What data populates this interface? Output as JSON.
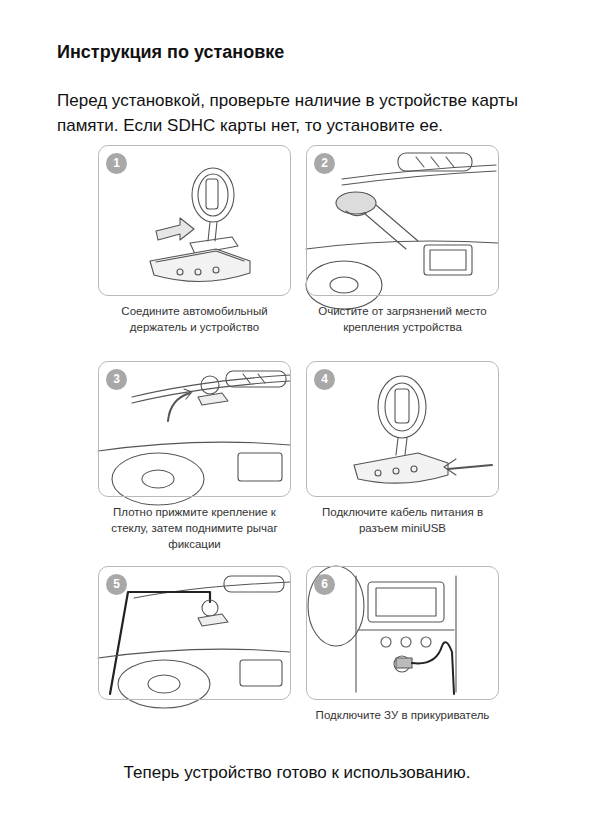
{
  "diagram": {
    "title": "Инструкция по установке",
    "nodes": [
      {
        "text": [
          "1",
          "Соедините автомобильный держатель и устройство"
        ]
      },
      {
        "text": [
          "2",
          "Очистите от загрязнений место крепления устройства"
        ]
      },
      {
        "text": [
          "3",
          "Плотно прижмите крепление к стеклу, затем поднимите рычаг фиксации"
        ]
      },
      {
        "text": [
          "4",
          "Подключите кабель питания в разъем miniUSB"
        ]
      },
      {
        "text": [
          "5"
        ]
      },
      {
        "text": [
          "6",
          "Подключите ЗУ в прикуриватель"
        ]
      }
    ],
    "labels": [
      "Перед установкой, проверьте наличие в устройстве карты памяти. Если SDHC карты нет, то установите ее.",
      "Теперь устройство готово к использованию."
    ]
  }
}
